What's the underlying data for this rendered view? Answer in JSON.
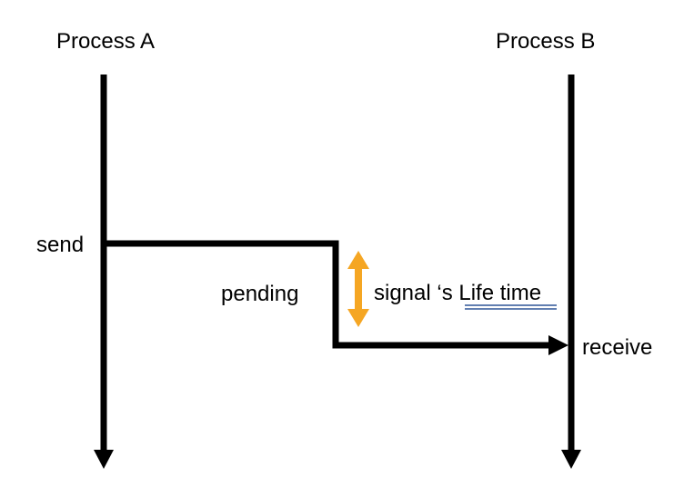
{
  "processes": {
    "a_label": "Process A",
    "b_label": "Process B"
  },
  "events": {
    "send_label": "send",
    "pending_label": "pending",
    "receive_label": "receive"
  },
  "lifetime": {
    "prefix": "signal ‘s ",
    "link_text": "Life time"
  },
  "colors": {
    "line": "#000000",
    "lifetime_arrow": "#f5a623",
    "underline": "#2f5597"
  }
}
